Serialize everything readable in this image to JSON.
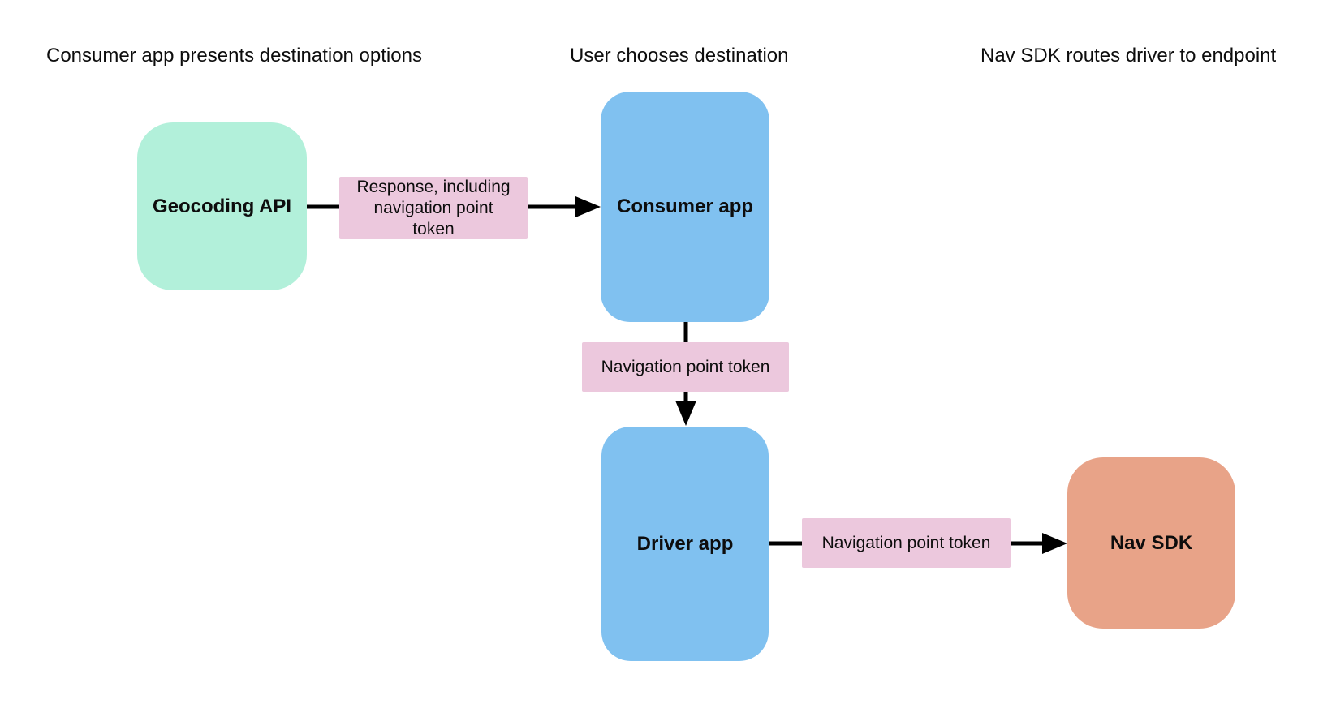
{
  "diagram": {
    "background_color": "#ffffff",
    "text_color": "#0d0d0d",
    "step_headings": [
      {
        "text": "Consumer app presents destination options"
      },
      {
        "text": "User chooses destination"
      },
      {
        "text": "Nav SDK routes driver to endpoint"
      }
    ],
    "nodes": [
      {
        "id": "geocoding-api",
        "label": "Geocoding API",
        "color": "#b2f0da"
      },
      {
        "id": "consumer-app",
        "label": "Consumer app",
        "color": "#80c1f0"
      },
      {
        "id": "driver-app",
        "label": "Driver app",
        "color": "#80c1f0"
      },
      {
        "id": "nav-sdk",
        "label": "Nav SDK",
        "color": "#e8a388"
      }
    ],
    "edge_labels": [
      {
        "id": "response-token",
        "text": "Response, including\nnavigation point\ntoken",
        "color": "#ecc8dd"
      },
      {
        "id": "token-consumer-to-driver",
        "text": "Navigation point token",
        "color": "#ecc8dd"
      },
      {
        "id": "token-driver-to-navsdk",
        "text": "Navigation point token",
        "color": "#ecc8dd"
      }
    ],
    "edges": [
      {
        "from": "geocoding-api",
        "to": "consumer-app",
        "label": "response-token"
      },
      {
        "from": "consumer-app",
        "to": "driver-app",
        "label": "token-consumer-to-driver"
      },
      {
        "from": "driver-app",
        "to": "nav-sdk",
        "label": "token-driver-to-navsdk"
      }
    ],
    "arrow_color": "#000000"
  }
}
